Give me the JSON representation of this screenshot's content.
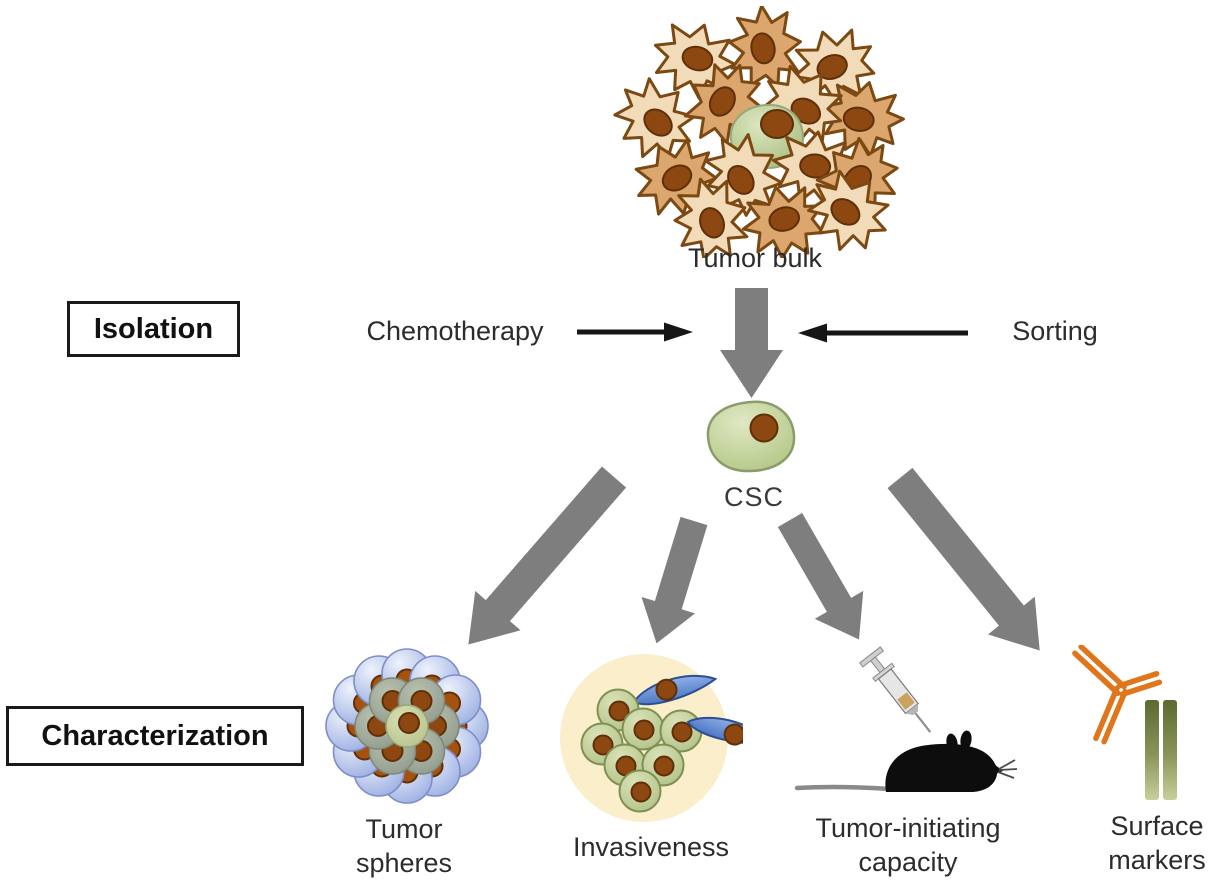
{
  "tumor_bulk_label": "Tumor bulk",
  "isolation": {
    "box_label": "Isolation",
    "left_method": "Chemotherapy",
    "right_method": "Sorting"
  },
  "csc_label": "CSC",
  "characterization": {
    "box_label": "Characterization",
    "assays": [
      {
        "line1": "Tumor",
        "line2": "spheres"
      },
      {
        "line1": "Invasiveness",
        "line2": ""
      },
      {
        "line1": "Tumor-initiating",
        "line2": "capacity"
      },
      {
        "line1": "Surface",
        "line2": "markers"
      }
    ]
  },
  "icons": {
    "tumor-bulk-illustration": "cluster of star-shaped tumor cells with one green cancer stem cell",
    "csc-cell-icon": "single green cell with brown nucleus",
    "tumor-spheres-icon": "rosette sphere of blue cells around gray-green core cells",
    "invasiveness-icon": "green cell cluster with two invading blue spindle cells on cream circle",
    "mouse-syringe-icon": "syringe injecting black mouse silhouette",
    "antibody-icon": "orange Y-shaped antibody",
    "surface-marker-bars-icon": "two olive vertical marker bars",
    "down-block-arrow": "thick gray arrow from tumor bulk to CSC",
    "diverging-arrows": "four thick gray arrows from CSC to assays",
    "chemotherapy-arrow": "black arrow pointing right",
    "sorting-arrow": "black arrow pointing left"
  },
  "colors": {
    "background": "#ffffff",
    "arrow_gray": "#7e7e7e",
    "arrow_black": "#161616",
    "tumor_cell_light": "#f2dbb9",
    "tumor_cell_dark": "#dca76f",
    "tumor_cell_outline": "#7c4912",
    "nucleus_brown": "#8a4a15",
    "csc_green": "#c3d29b",
    "sphere_cell_blue": "#aebce9",
    "sphere_core_gray_green": "#a9b2a0",
    "invasion_background": "#fbeecb",
    "spindle_cell_blue": "#5b83cd",
    "mouse_black": "#0d0d0d",
    "antibody_orange": "#e0761c",
    "marker_bar_olive": "#6a7440",
    "text_dark": "#2c2c2c"
  }
}
